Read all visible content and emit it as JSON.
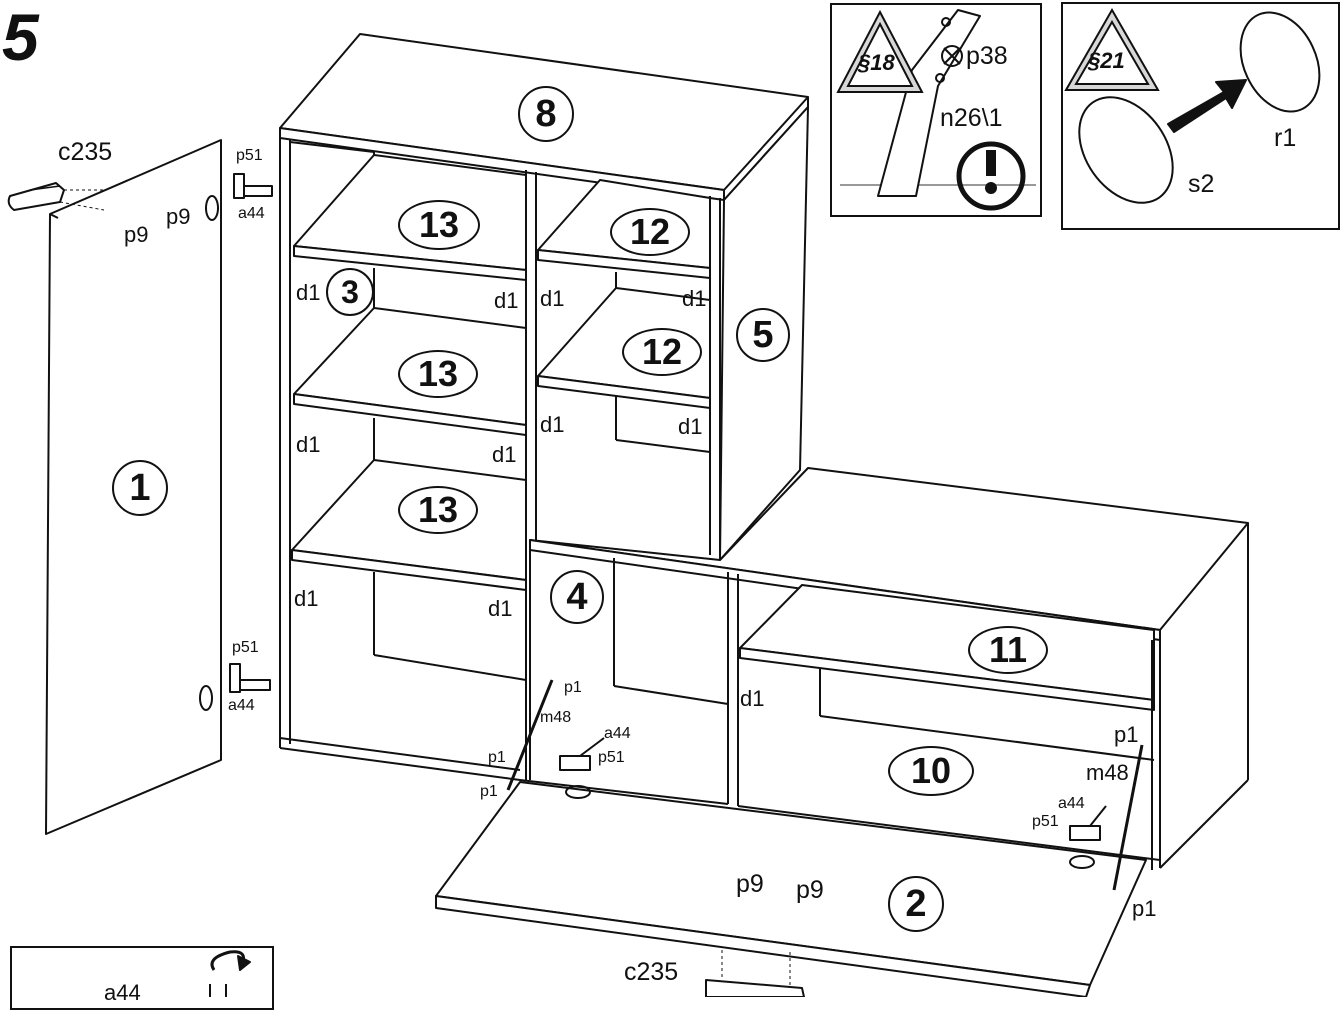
{
  "step_number": "5",
  "parts": {
    "p1": "1",
    "p2": "2",
    "p3": "3",
    "p4": "4",
    "p5": "5",
    "p8": "8",
    "p10": "10",
    "p11": "11",
    "p12a": "12",
    "p12b": "12",
    "p13a": "13",
    "p13b": "13",
    "p13c": "13"
  },
  "hardware_labels": {
    "c235_top": "c235",
    "c235_bottom": "c235",
    "p9_a": "p9",
    "p9_b": "p9",
    "p9_c": "p9",
    "p9_d": "p9",
    "p51_a": "p51",
    "p51_b": "p51",
    "p51_c": "p51",
    "p51_d": "p51",
    "a44_a": "a44",
    "a44_b": "a44",
    "a44_c": "a44",
    "a44_d": "a44",
    "a44_e": "a44",
    "d1_1": "d1",
    "d1_2": "d1",
    "d1_3": "d1",
    "d1_4": "d1",
    "d1_5": "d1",
    "d1_6": "d1",
    "d1_7": "d1",
    "d1_8": "d1",
    "d1_9": "d1",
    "d1_10": "d1",
    "d1_11": "d1",
    "p1_a": "p1",
    "p1_b": "p1",
    "p1_c": "p1",
    "p1_d": "p1",
    "p1_e": "p1",
    "m48_a": "m48",
    "m48_b": "m48"
  },
  "detail_box_1": {
    "sign": "§18",
    "screw": "p38",
    "part": "n26\\1"
  },
  "detail_box_2": {
    "sign": "§21",
    "cap": "s2",
    "tool": "r1"
  },
  "colors": {
    "ink": "#111111",
    "sign_fill": "#d8d8d8",
    "background": "#ffffff"
  }
}
